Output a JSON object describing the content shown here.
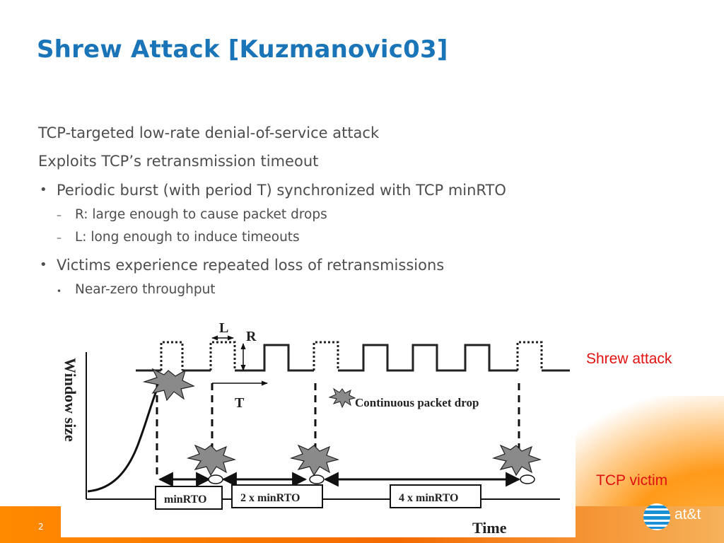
{
  "title": "Shrew Attack [Kuzmanovic03]",
  "bullets": {
    "b1": "TCP-targeted low-rate denial-of-service attack",
    "b2": "Exploits TCP’s retransmission timeout",
    "b3": "Periodic burst (with period T) synchronized with TCP minRTO",
    "b3a": "R: large enough to cause packet drops",
    "b3b": "L: long enough to induce timeouts",
    "b4": "Victims experience repeated loss of retransmissions",
    "b4a": "Near-zero throughput",
    "dash_marker": "–",
    "bullet_marker": "•",
    "small_bullet_marker": "•"
  },
  "diagram": {
    "label_L": "L",
    "label_R": "R",
    "label_T": "T",
    "continuous_drop": "Continuous packet drop",
    "y_axis": "Window size",
    "x_axis": "Time",
    "box1": "minRTO",
    "box2": "2 x minRTO",
    "box3": "4 x minRTO"
  },
  "labels": {
    "shrew": "Shrew attack",
    "victim": "TCP victim"
  },
  "page_number": "2",
  "logo_text": "at&t",
  "colors": {
    "title": "#1a75b8",
    "body": "#4d4d4d",
    "annotation_red": "#e01010",
    "footer_orange": "#f46a00",
    "logo_blue": "#1a8fd6"
  }
}
